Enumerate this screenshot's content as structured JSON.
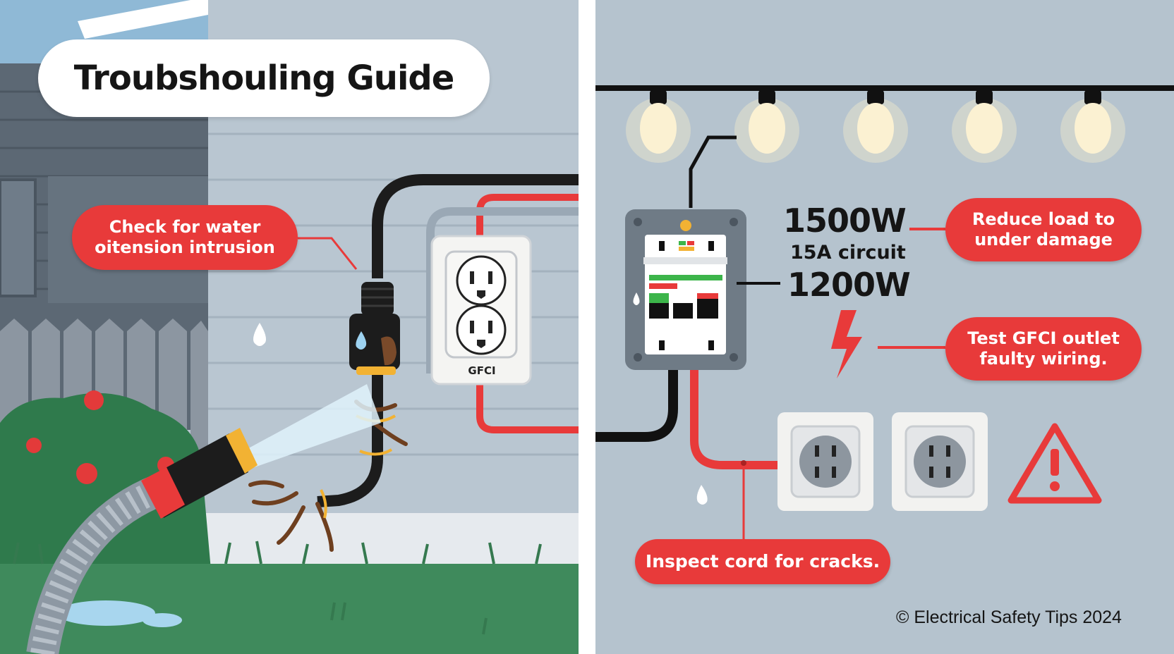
{
  "left_panel": {
    "title": "Troubshouling Guide",
    "callout_water": {
      "line1": "Check for water",
      "line2": "oitension intrusion"
    },
    "outlet_label": "GFCI"
  },
  "right_panel": {
    "wattage_top": "1500W",
    "circuit_label": "15A circuit",
    "wattage_bottom": "1200W",
    "callout_load": {
      "line1": "Reduce load to",
      "line2": "under damage"
    },
    "callout_gfci": {
      "line1": "Test GFCI outlet",
      "line2": "faulty wiring."
    },
    "callout_cord": "Inspect cord for cracks.",
    "copyright": "© Electrical Safety Tips 2024"
  },
  "icons": {
    "bulb": "light-bulb-icon",
    "warning": "warning-triangle-icon",
    "lightning": "lightning-bolt-icon",
    "water_drop": "water-drop-icon"
  },
  "colors": {
    "accent_red": "#e83a3a",
    "wall_blue": "#b9c5d0",
    "grass_green": "#3f8a5c",
    "cord_black": "#1c1c1c"
  }
}
